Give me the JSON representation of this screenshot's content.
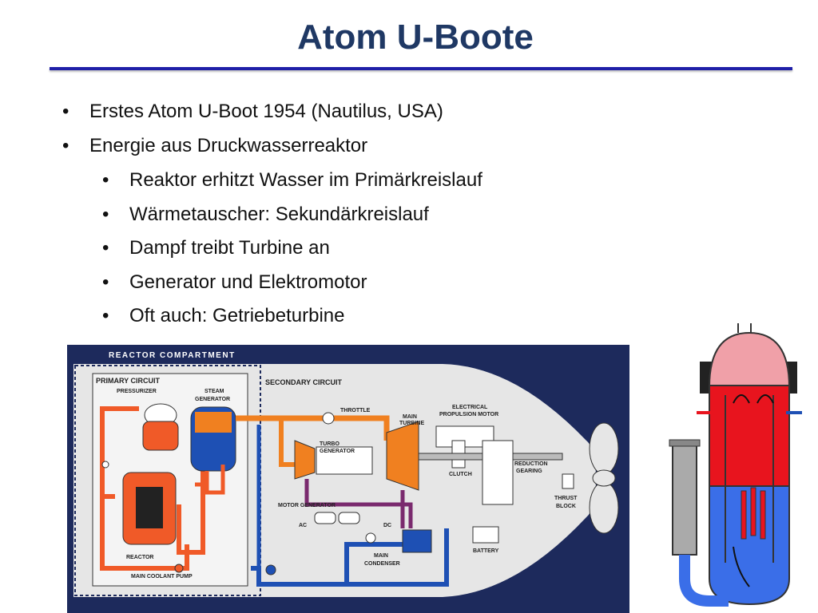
{
  "title": "Atom U-Boote",
  "bullets": [
    {
      "text": "Erstes Atom U-Boot 1954 (Nautilus, USA)",
      "level": 1
    },
    {
      "text": "Energie aus Druckwasserreaktor",
      "level": 1
    },
    {
      "text": "Reaktor erhitzt Wasser im Primärkreislauf",
      "level": 2
    },
    {
      "text": "Wärmetauscher: Sekundärkreislauf",
      "level": 2
    },
    {
      "text": "Dampf treibt Turbine an",
      "level": 2
    },
    {
      "text": "Generator und Elektromotor",
      "level": 2
    },
    {
      "text": "Oft auch: Getriebeturbine",
      "level": 2
    }
  ],
  "diagram": {
    "header": "REACTOR COMPARTMENT",
    "primary_circuit": "PRIMARY CIRCUIT",
    "secondary_circuit": "SECONDARY CIRCUIT",
    "pressurizer": "PRESSURIZER",
    "steam_generator_1": "STEAM",
    "steam_generator_2": "GENERATOR",
    "throttle": "THROTTLE",
    "main_turbine_1": "MAIN",
    "main_turbine_2": "TURBINE",
    "electrical_1": "ELECTRICAL",
    "electrical_2": "PROPULSION MOTOR",
    "turbo_1": "TURBO",
    "turbo_2": "GENERATOR",
    "clutch": "CLUTCH",
    "reduction_1": "REDUCTION",
    "reduction_2": "GEARING",
    "thrust_1": "THRUST",
    "thrust_2": "BLOCK",
    "motor_generator": "MOTOR GENERATOR",
    "ac": "AC",
    "dc": "DC",
    "reactor": "REACTOR",
    "main_condenser_1": "MAIN",
    "main_condenser_2": "CONDENSER",
    "battery": "BATTERY",
    "main_coolant_pump": "MAIN COOLANT PUMP"
  },
  "colors": {
    "title": "#1f3864",
    "rule": "#1f1fa8",
    "navy_background": "#1d2a5c",
    "hull": "#e6e6e6",
    "hot_primary": "#f05a28",
    "steam": "#f08020",
    "cold_water": "#1e50b4",
    "turbo_line": "#7a2a6e",
    "reactor_hot": "#e8141e",
    "reactor_cold": "#3a6ee8",
    "reactor_dome": "#f0a0a8"
  }
}
